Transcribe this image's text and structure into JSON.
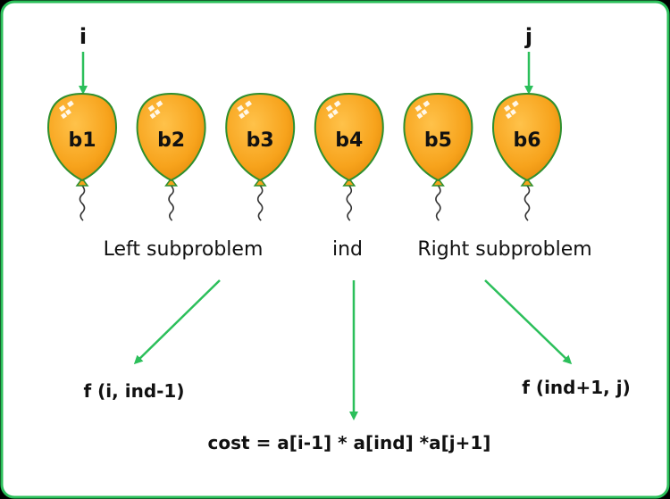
{
  "pointers": {
    "left": "i",
    "right": "j"
  },
  "balloons": [
    {
      "label": "b1"
    },
    {
      "label": "b2"
    },
    {
      "label": "b3"
    },
    {
      "label": "b4"
    },
    {
      "label": "b5"
    },
    {
      "label": "b6"
    }
  ],
  "partition": {
    "left": "Left subproblem",
    "middle": "ind",
    "right": "Right subproblem"
  },
  "results": {
    "left": "f (i, ind-1)",
    "cost": "cost = a[i-1] * a[ind] *a[j+1]",
    "right": "f (ind+1, j)"
  },
  "colors": {
    "frame_border": "#2bbf5a",
    "arrow": "#2bbf5a",
    "balloon_fill": "#f7a31c",
    "balloon_outline": "#2e8f2e",
    "text": "#111111"
  }
}
